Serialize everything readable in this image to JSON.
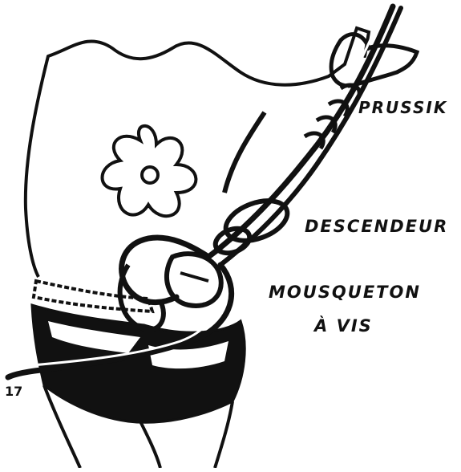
{
  "labels": {
    "prussik": "PRUSSIK",
    "descendeur": "DESCENDEUR",
    "mousqueton_line1": "MOUSQUETON",
    "mousqueton_line2": "À VIS"
  },
  "corner_mark": "17",
  "colors": {
    "ink": "#111111",
    "paper": "#ffffff"
  }
}
